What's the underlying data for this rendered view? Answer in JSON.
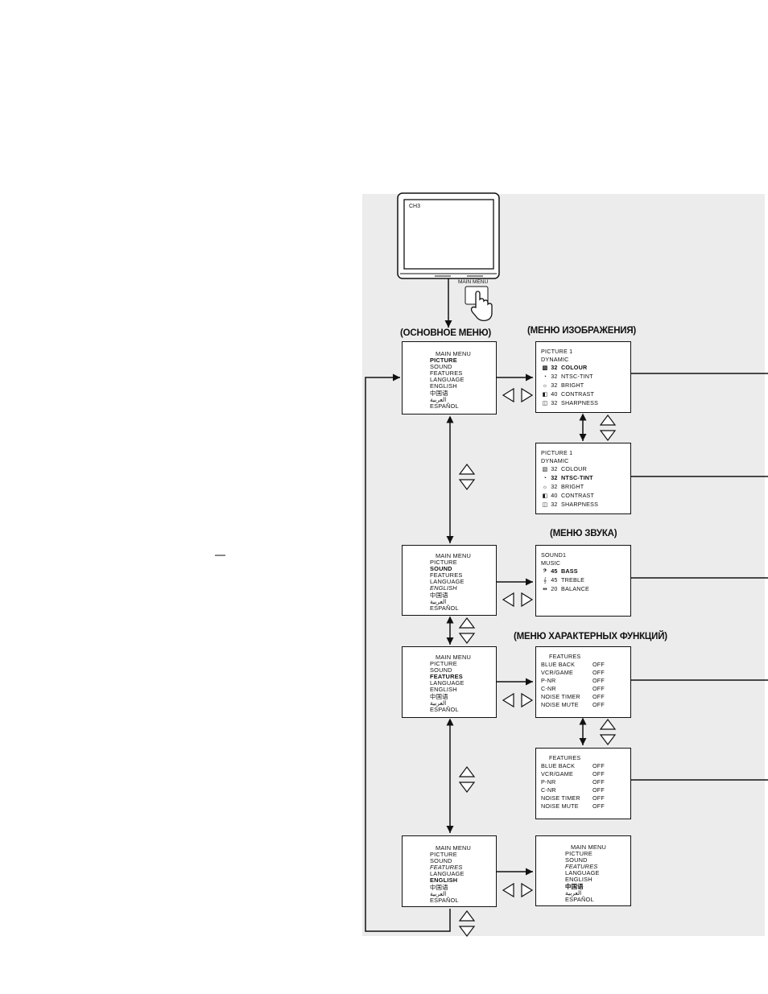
{
  "tv": {
    "channel": "CH3",
    "button_label": "MAIN MENU"
  },
  "headings": {
    "main": "(ОСНОВНОЕ МЕНЮ)",
    "picture": "(МЕНЮ ИЗОБРАЖЕНИЯ)",
    "sound": "(МЕНЮ ЗВУКА)",
    "features": "(МЕНЮ ХАРАКТЕРНЫХ ФУНКЦИЙ)"
  },
  "main_menu": {
    "title": "MAIN MENU",
    "items": [
      "PICTURE",
      "SOUND",
      "FEATURES",
      "LANGUAGE",
      "ENGLISH",
      "中国语",
      "العربية",
      "ESPAÑOL"
    ]
  },
  "picture_menu": {
    "title": "PICTURE 1",
    "mode": "DYNAMIC",
    "rows": [
      {
        "icon": "colour-icon",
        "glyph": "▧",
        "value": "32",
        "label": "COLOUR"
      },
      {
        "icon": "tint-icon",
        "glyph": "◔",
        "value": "32",
        "label": "NTSC-TINT"
      },
      {
        "icon": "bright-icon",
        "glyph": "☼",
        "value": "32",
        "label": "BRIGHT"
      },
      {
        "icon": "contrast-icon",
        "glyph": "◧",
        "value": "40",
        "label": "CONTRAST"
      },
      {
        "icon": "sharpness-icon",
        "glyph": "◫",
        "value": "32",
        "label": "SHARPNESS"
      }
    ]
  },
  "sound_menu": {
    "title": "SOUND1",
    "mode": "MUSIC",
    "rows": [
      {
        "icon": "bass-icon",
        "glyph": "𝄢",
        "value": "45",
        "label": "BASS"
      },
      {
        "icon": "treble-icon",
        "glyph": "𝄞",
        "value": "45",
        "label": "TREBLE"
      },
      {
        "icon": "balance-icon",
        "glyph": "⇹",
        "value": "20",
        "label": "BALANCE"
      }
    ]
  },
  "features_menu": {
    "title": "FEATURES",
    "rows": [
      {
        "name": "BLUE BACK",
        "value": "OFF"
      },
      {
        "name": "VCR/GAME",
        "value": "OFF"
      },
      {
        "name": "P-NR",
        "value": "OFF"
      },
      {
        "name": "C-NR",
        "value": "OFF"
      },
      {
        "name": "NOISE TIMER",
        "value": "OFF"
      },
      {
        "name": "NOISE MUTE",
        "value": "OFF"
      }
    ],
    "rows_second": [
      {
        "name": "BLUE BACK",
        "value": "OFF"
      },
      {
        "name": "VCR/GAME",
        "value": "OFF"
      },
      {
        "name": "P-NR",
        "value": "OFF"
      },
      {
        "name": "C-NR",
        "value": "OFF"
      },
      {
        "name": "NOISE TIMER",
        "value": "OFF"
      },
      {
        "name": "NOISE MUTE",
        "value": "OFF"
      }
    ]
  }
}
